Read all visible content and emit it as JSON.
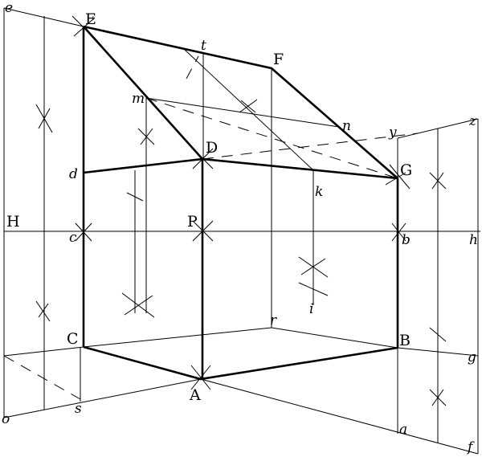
{
  "labels": {
    "e": "e",
    "E": "E",
    "t": "t",
    "F": "F",
    "m": "m",
    "n": "n",
    "y": "y",
    "z": "z",
    "D": "D",
    "G": "G",
    "d": "d",
    "k": "k",
    "H": "H",
    "P": "P",
    "c": "c",
    "b": "b",
    "h": "h",
    "C": "C",
    "r": "r",
    "B": "B",
    "g": "g",
    "A": "A",
    "s": "s",
    "a": "a",
    "o": "o",
    "f": "f",
    "i": "i"
  }
}
